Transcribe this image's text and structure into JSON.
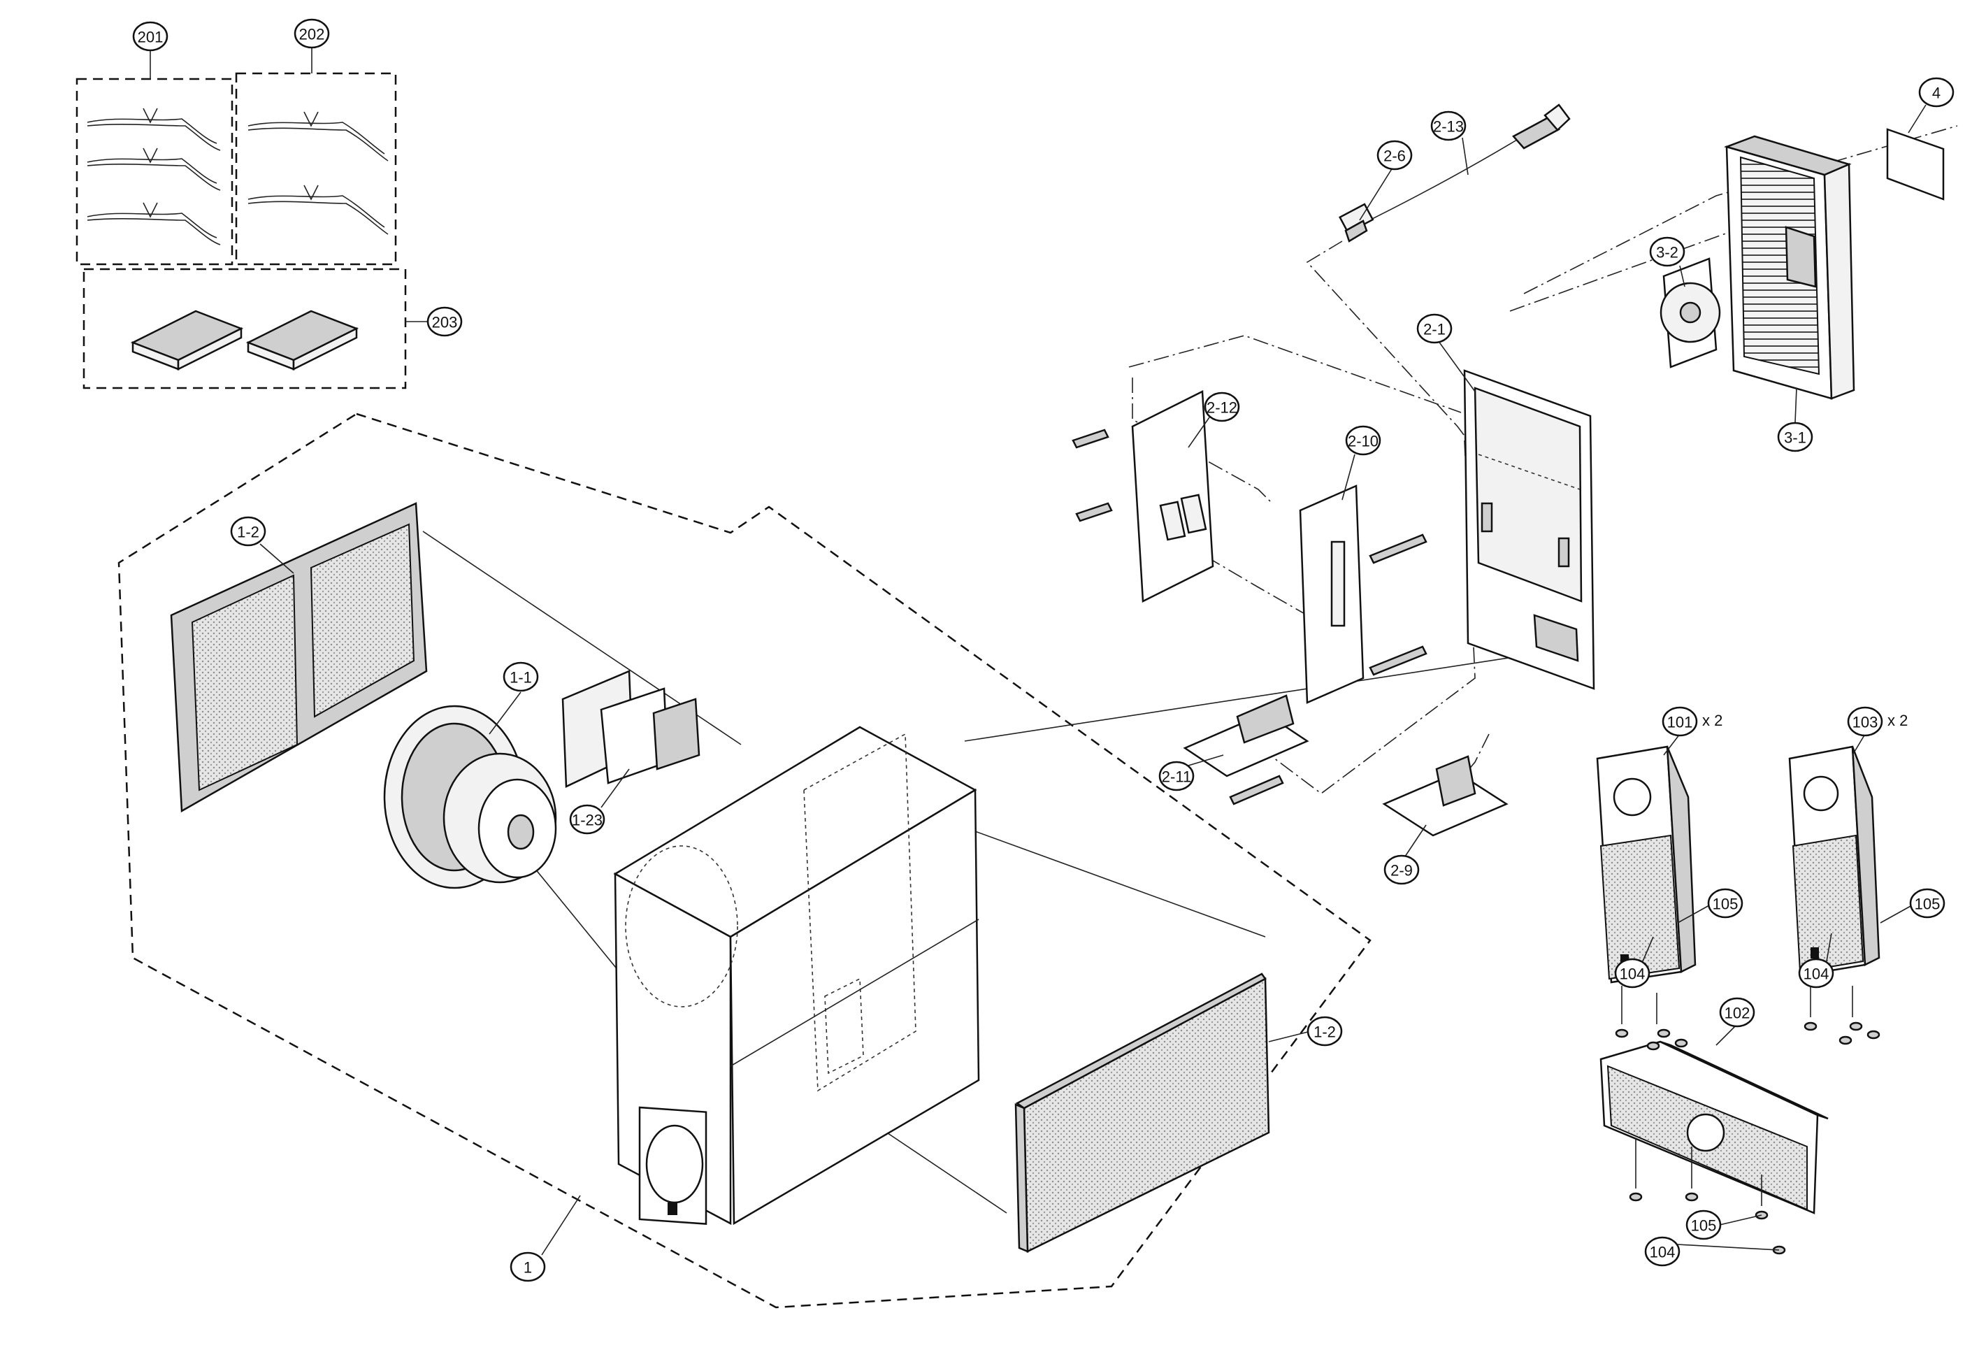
{
  "callouts": [
    {
      "label": "201"
    },
    {
      "label": "202"
    },
    {
      "label": "203"
    },
    {
      "label": "1-2"
    },
    {
      "label": "1-1"
    },
    {
      "label": "1-23"
    },
    {
      "label": "1-2"
    },
    {
      "label": "1"
    },
    {
      "label": "2-13"
    },
    {
      "label": "2-6"
    },
    {
      "label": "4"
    },
    {
      "label": "3-2"
    },
    {
      "label": "2-1"
    },
    {
      "label": "3-1"
    },
    {
      "label": "2-12"
    },
    {
      "label": "2-10"
    },
    {
      "label": "2-11"
    },
    {
      "label": "2-9"
    },
    {
      "label": "101"
    },
    {
      "label": "103"
    },
    {
      "label": "105"
    },
    {
      "label": "104"
    },
    {
      "label": "105"
    },
    {
      "label": "104"
    },
    {
      "label": "102"
    },
    {
      "label": "105"
    },
    {
      "label": "104"
    }
  ],
  "quantities": [
    {
      "text": "x 2"
    },
    {
      "text": "x 2"
    }
  ]
}
